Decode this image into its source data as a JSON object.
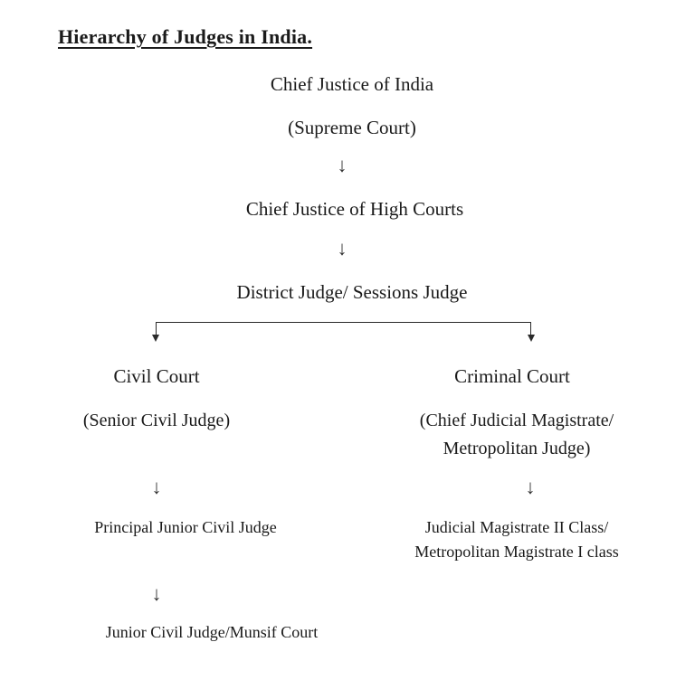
{
  "document": {
    "title": "Hierarchy of Judges in India."
  },
  "icons": {
    "down_arrow": "↓"
  },
  "chart_data": {
    "type": "diagram",
    "diagram_kind": "hierarchy-tree",
    "title": "Hierarchy of Judges in India.",
    "orientation": "top-down",
    "nodes": [
      {
        "id": "cji",
        "label": "Chief Justice of India",
        "level": 1
      },
      {
        "id": "supreme",
        "label": "(Supreme Court)",
        "level": 1
      },
      {
        "id": "cj_high",
        "label": "Chief Justice of High Courts",
        "level": 2
      },
      {
        "id": "district",
        "label": "District Judge/ Sessions Judge",
        "level": 3
      },
      {
        "id": "civil_court",
        "label": "Civil Court",
        "level": 4,
        "branch": "left"
      },
      {
        "id": "senior_civil",
        "label": "(Senior Civil Judge)",
        "level": 4,
        "branch": "left"
      },
      {
        "id": "criminal_court",
        "label": "Criminal Court",
        "level": 4,
        "branch": "right"
      },
      {
        "id": "cjm_line1",
        "label": "(Chief Judicial Magistrate/",
        "level": 4,
        "branch": "right"
      },
      {
        "id": "cjm_line2",
        "label": "Metropolitan Judge)",
        "level": 4,
        "branch": "right"
      },
      {
        "id": "principal_jcj",
        "label": "Principal Junior Civil Judge",
        "level": 5,
        "branch": "left"
      },
      {
        "id": "jm_line1",
        "label": "Judicial Magistrate II Class/",
        "level": 5,
        "branch": "right"
      },
      {
        "id": "jm_line2",
        "label": "Metropolitan Magistrate I class",
        "level": 5,
        "branch": "right"
      },
      {
        "id": "junior_civil",
        "label": "Junior Civil Judge/Munsif Court",
        "level": 6,
        "branch": "left"
      }
    ],
    "edges": [
      {
        "from": "supreme",
        "to": "cj_high",
        "style": "arrow-down"
      },
      {
        "from": "cj_high",
        "to": "district",
        "style": "arrow-down"
      },
      {
        "from": "district",
        "to": "civil_court",
        "style": "split-branch-left"
      },
      {
        "from": "district",
        "to": "criminal_court",
        "style": "split-branch-right"
      },
      {
        "from": "senior_civil",
        "to": "principal_jcj",
        "style": "arrow-down"
      },
      {
        "from": "cjm_line2",
        "to": "jm_line1",
        "style": "arrow-down"
      },
      {
        "from": "principal_jcj",
        "to": "junior_civil",
        "style": "arrow-down"
      }
    ]
  },
  "top_chain": {
    "chief_justice_india": "Chief Justice of India",
    "supreme_court": "(Supreme Court)",
    "chief_justice_high_courts": "Chief Justice of High Courts",
    "district_sessions_judge": "District Judge/ Sessions Judge"
  },
  "civil_branch": {
    "heading": "Civil Court",
    "subheading": "(Senior Civil Judge)",
    "principal_junior": "Principal Junior Civil Judge",
    "junior_munsif": "Junior Civil Judge/Munsif Court"
  },
  "criminal_branch": {
    "heading": "Criminal Court",
    "subheading_line1": "(Chief Judicial Magistrate/",
    "subheading_line2": "Metropolitan Judge)",
    "magistrate_line1": "Judicial Magistrate II Class/",
    "magistrate_line2": "Metropolitan Magistrate I class"
  },
  "colors": {
    "text": "#1a1a1a",
    "line": "#2a2a2a",
    "background": "#ffffff"
  }
}
